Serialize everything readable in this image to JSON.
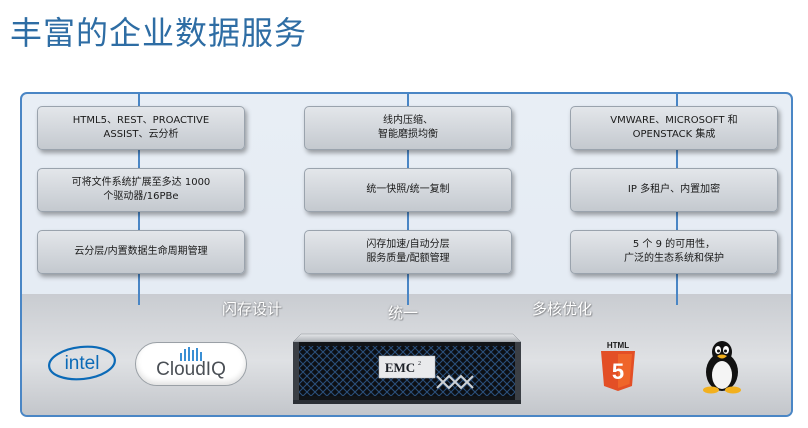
{
  "title": "丰富的企业数据服务",
  "boxes": {
    "r1c1": "HTML5、REST、PROACTIVE\nASSIST、云分析",
    "r1c2": "线内压缩、\n智能磨损均衡",
    "r1c3": "VMWARE、MICROSOFT 和\nOPENSTACK 集成",
    "r2c1": "可将文件系统扩展至多达 1000\n个驱动器/16PBe",
    "r2c2": "统一快照/统一复制",
    "r2c3": "IP 多租户、内置加密",
    "r3c1": "云分层/内置数据生命周期管理",
    "r3c2": "闪存加速/自动分层\n服务质量/配额管理",
    "r3c3": "5 个 9 的可用性，\n广泛的生态系统和保护"
  },
  "labels": {
    "flash": "闪存设计",
    "unified": "统一",
    "multicore": "多核优化"
  },
  "logos": {
    "intel": "intel",
    "cloudiq": "CloudIQ",
    "emc": "EMC",
    "emc_sup": "2",
    "html5": "HTML",
    "html5_num": "5"
  },
  "icons": [
    "intel-logo",
    "cloudiq-logo",
    "emc-unity-server",
    "html5-logo",
    "linux-tux-icon"
  ],
  "colors": {
    "title": "#2e6da4",
    "frame": "#4a86c5",
    "html5": "#e34f26"
  }
}
